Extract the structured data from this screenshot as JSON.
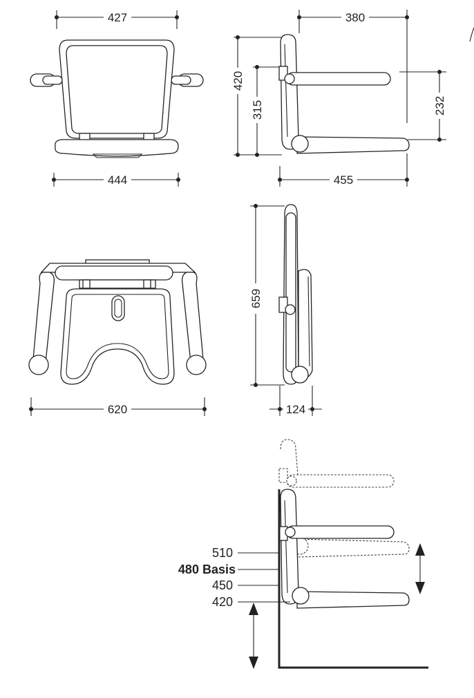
{
  "dimensions": {
    "front_width": "427",
    "front_seat_width": "444",
    "side_depth_arm": "380",
    "side_height_total": "420",
    "side_height_arm": "315",
    "side_arm_above_seat": "232",
    "side_depth_seat": "455",
    "top_width": "620",
    "folded_height": "659",
    "folded_depth": "124"
  },
  "height_settings": {
    "h510": "510",
    "h480": "480 Basis",
    "h450": "450",
    "h420": "420"
  }
}
